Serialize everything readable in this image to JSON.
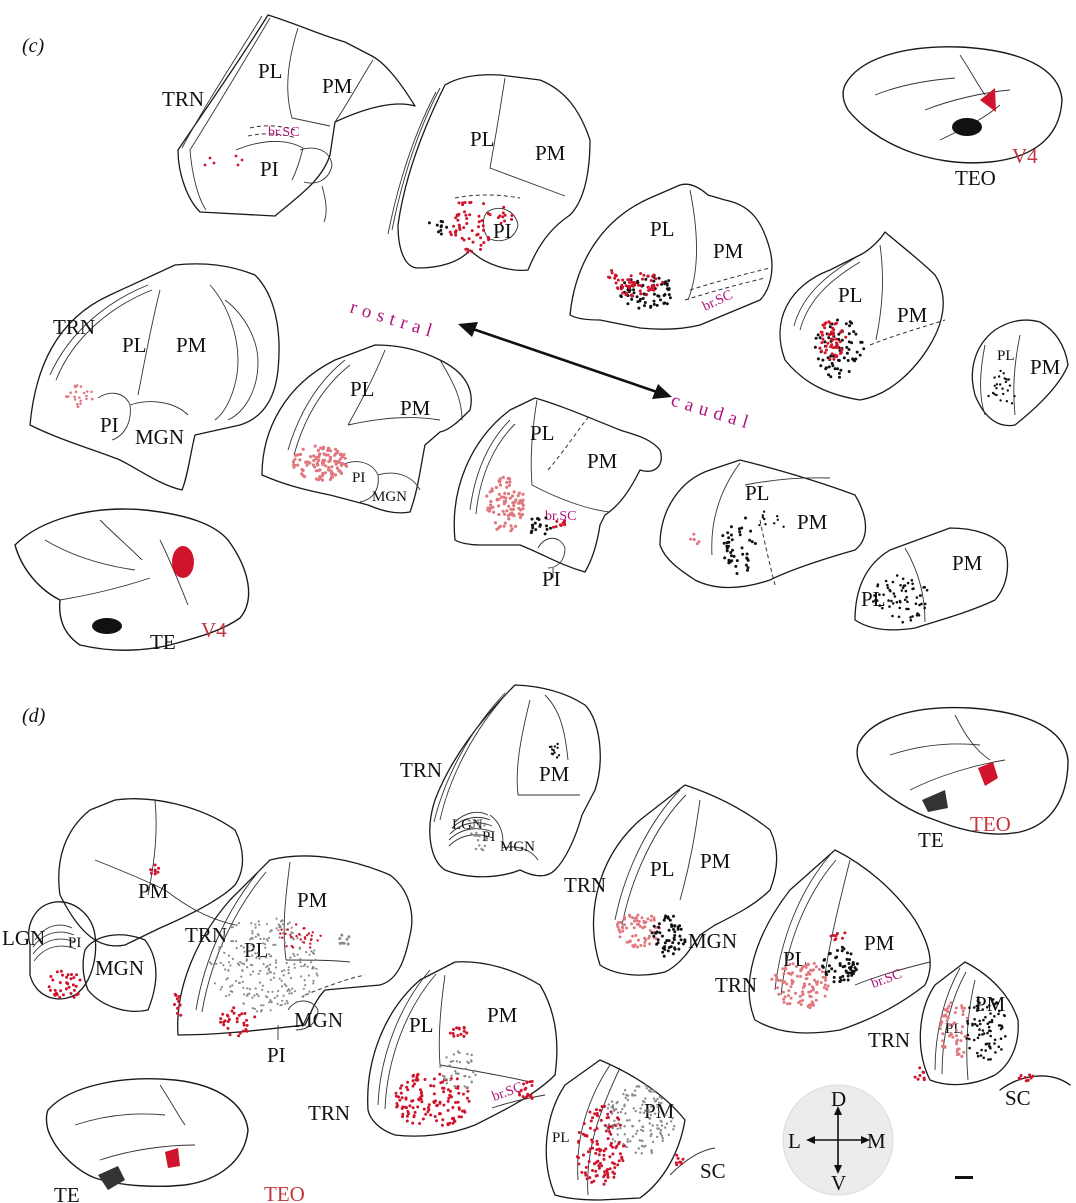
{
  "panels": {
    "c": "(c)",
    "d": "(d)"
  },
  "colors": {
    "red": "#d0142c",
    "pink": "#e0787f",
    "black": "#111111",
    "grey": "#8a8a8a",
    "magenta": "#b0127a",
    "label_red": "#c4373c"
  },
  "c": {
    "s1": {
      "trn": "TRN",
      "pl": "PL",
      "pm": "PM",
      "pi": "PI",
      "brsc": "br.SC"
    },
    "s2": {
      "pl": "PL",
      "pm": "PM",
      "pi": "PI"
    },
    "s3": {
      "pl": "PL",
      "pm": "PM",
      "brsc": "br.SC"
    },
    "s4": {
      "pl": "PL",
      "pm": "PM"
    },
    "s5": {
      "pl": "PL",
      "pm": "PM"
    },
    "s6": {
      "trn": "TRN",
      "pl": "PL",
      "pm": "PM",
      "pi": "PI",
      "mgn": "MGN"
    },
    "s7": {
      "pl": "PL",
      "pm": "PM",
      "pi": "PI",
      "mgn": "MGN"
    },
    "s8": {
      "pl": "PL",
      "pm": "PM",
      "pi": "PI",
      "brsc": "br.SC"
    },
    "s9": {
      "pl": "PL",
      "pm": "PM"
    },
    "s10": {
      "pl": "PL",
      "pm": "PM"
    },
    "brain_top": {
      "teo": "TEO",
      "v4": "V4"
    },
    "brain_bottom": {
      "te": "TE",
      "v4": "V4"
    },
    "rostral": "rostral",
    "caudal": "caudal"
  },
  "d": {
    "s1": {
      "trn": "TRN",
      "lgn": "LGN",
      "pi": "PI",
      "mgn": "MGN",
      "pm": "PM"
    },
    "s2": {
      "pm": "PM",
      "lgn": "LGN",
      "pi": "PI",
      "mgn": "MGN"
    },
    "s3": {
      "trn": "TRN",
      "pl": "PL",
      "pm": "PM",
      "mgn": "MGN",
      "pi": "PI"
    },
    "s4": {
      "trn": "TRN",
      "pl": "PL",
      "pm": "PM",
      "mgn": "MGN"
    },
    "s5": {
      "trn": "TRN",
      "pl": "PL",
      "pm": "PM",
      "brsc": "br.SC"
    },
    "s6": {
      "pl": "PL",
      "pm": "PM",
      "trn": "TRN",
      "brsc": "br.SC"
    },
    "s7": {
      "pl": "PL",
      "pm": "PM",
      "sc": "SC"
    },
    "s8": {
      "trn": "TRN",
      "pl": "PL",
      "pm": "PM",
      "sc": "SC"
    },
    "brain_top": {
      "te": "TE",
      "teo": "TEO"
    },
    "brain_bottom": {
      "te": "TE",
      "teo": "TEO"
    }
  },
  "compass": {
    "d": "D",
    "v": "V",
    "l": "L",
    "m": "M"
  }
}
